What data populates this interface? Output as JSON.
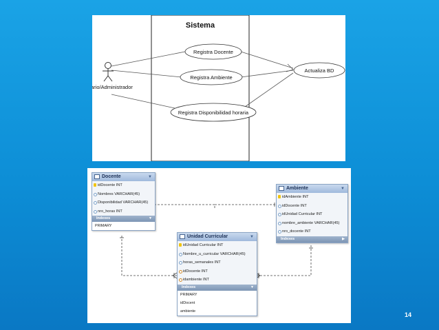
{
  "use_case": {
    "system_title": "Sistema",
    "actor_label": "ario/Administrador",
    "use_cases": [
      "Registra Docente",
      "Registra Ambiente",
      "Registra Disponibilidad horaria"
    ],
    "target": "Actualiza BD"
  },
  "er": {
    "docente": {
      "title": "Docente",
      "columns": [
        "idDocente INT",
        "Nombres VARCHAR(45)",
        "Disponibilidad VARCHAR(45)",
        "nro_horas INT"
      ],
      "indexes_label": "Indexes",
      "indexes": [
        "PRIMARY"
      ]
    },
    "ambiente": {
      "title": "Ambiente",
      "columns": [
        "idAmbiente INT",
        "idDocente INT",
        "idUnidad Curricular INT",
        "nombre_ambiente VARCHAR(45)",
        "nro_docente INT"
      ],
      "indexes_label": "Indexes"
    },
    "unidad": {
      "title": "Unidad Curricular",
      "columns": [
        "idUnidad Curricular INT",
        "Nombre_u_curricular VARCHAR(45)",
        "horas_semanales INT",
        "idDocente INT",
        "idambiente INT"
      ],
      "indexes_label": "Indexes",
      "indexes": [
        "PRIMARY",
        "idDocent",
        "ambiente"
      ]
    }
  },
  "slide_number": "14"
}
